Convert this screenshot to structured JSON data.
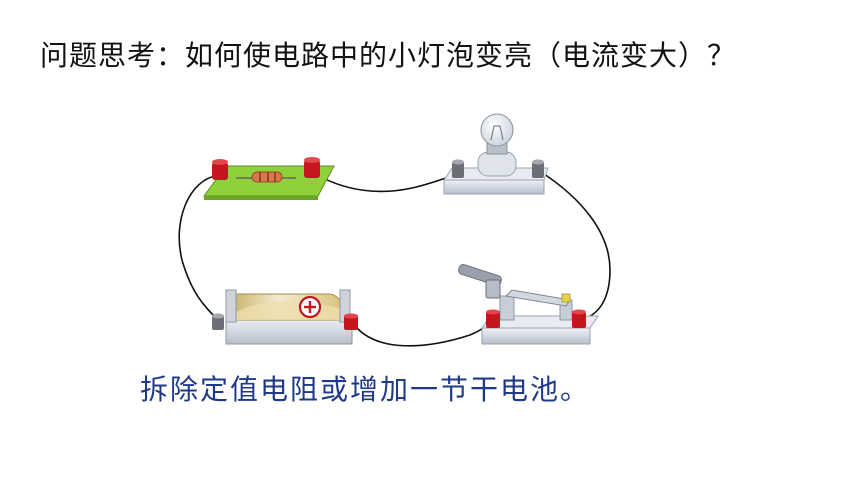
{
  "question": "问题思考：如何使电路中的小灯泡变亮（电流变大）？",
  "answer": "拆除定值电阻或增加一节干电池。",
  "colors": {
    "title_text": "#111111",
    "answer_text": "#1f3a8a",
    "resistor_board": "#8fd13a",
    "terminal_red": "#c4161c",
    "battery_body": "#e8d9a0",
    "base_gray": "#d6dbe3",
    "wire": "#111111"
  },
  "components": {
    "resistor": "resistor-board",
    "bulb": "light-bulb-holder",
    "battery": "battery-holder",
    "switch": "knife-switch"
  }
}
